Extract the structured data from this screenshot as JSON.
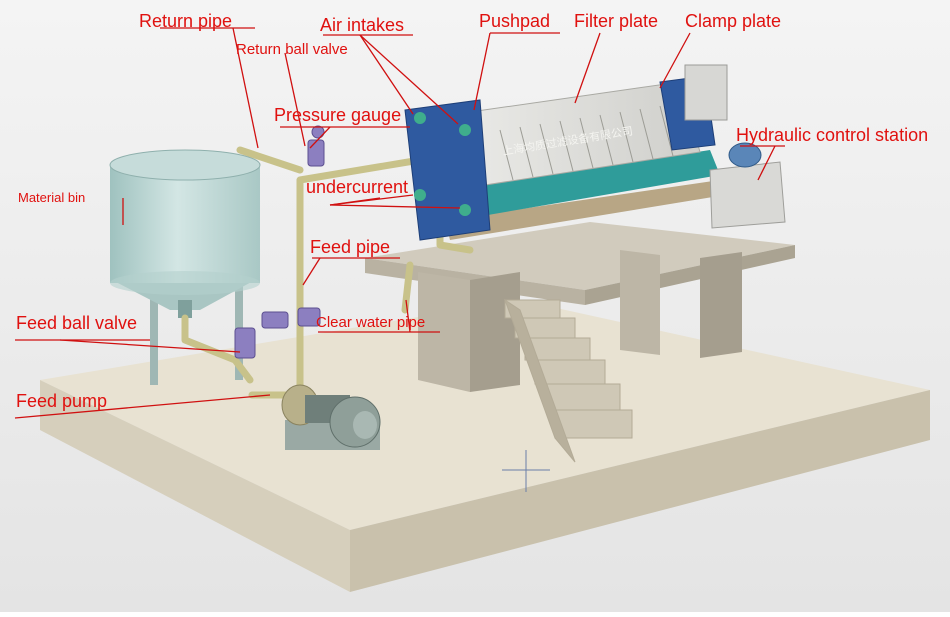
{
  "colors": {
    "label": "#e0110f",
    "leader": "#d01010",
    "background": "#ececec",
    "platform": "#d9d3c2",
    "press_frame": "#2f5aa0",
    "teal_beam": "#2f9c9a",
    "pipe": "#c8c28a",
    "valve": "#8c7fc0",
    "tank": "#bcd6d3"
  },
  "labels": {
    "return_pipe": "Return pipe",
    "return_ball_valve": "Return ball valve",
    "air_intakes": "Air intakes",
    "pushpad": "Pushpad",
    "filter_plate": "Filter plate",
    "clamp_plate": "Clamp plate",
    "pressure_gauge": "Pressure gauge",
    "hydraulic_control_station": "Hydraulic control station",
    "material_bin": "Material bin",
    "undercurrent": "undercurrent",
    "feed_pipe": "Feed pipe",
    "clear_water_pipe": "Clear water pipe",
    "feed_ball_valve": "Feed ball valve",
    "feed_pump": "Feed pump"
  },
  "machine_text": "上海均质过滤设备有限公司"
}
